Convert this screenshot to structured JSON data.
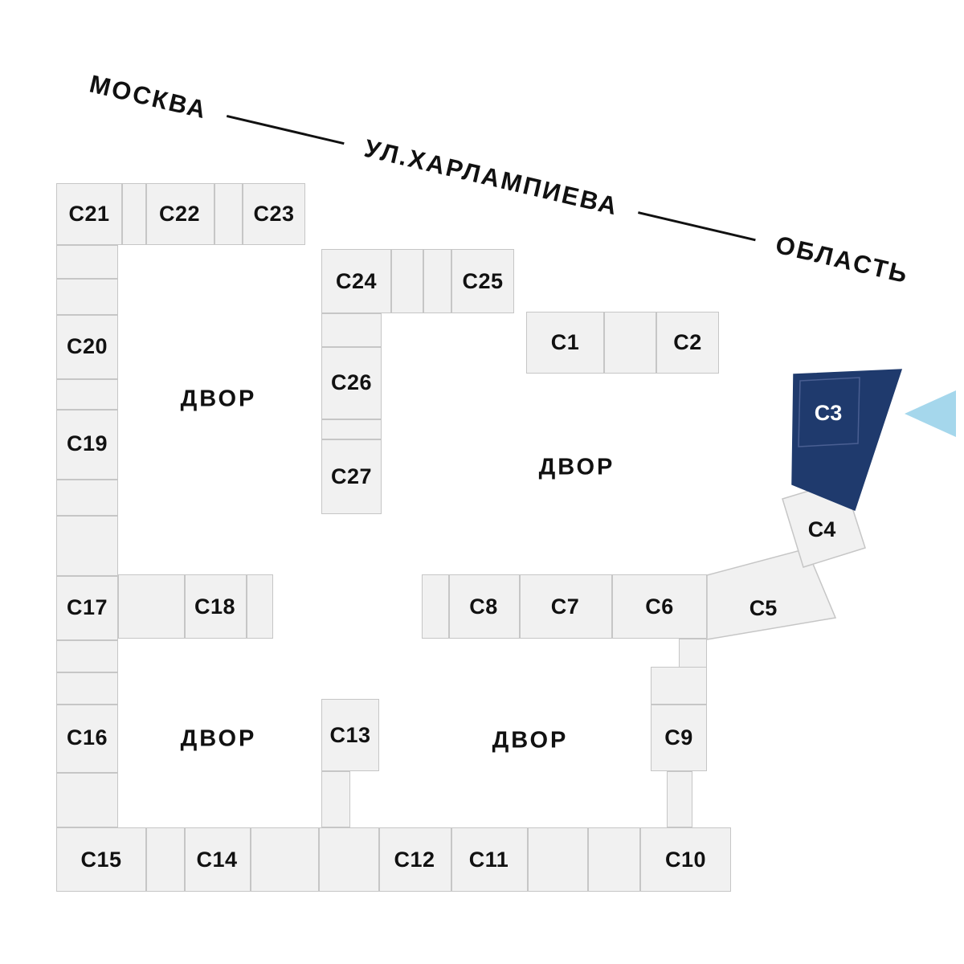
{
  "street": {
    "city": "МОСКВА",
    "name": "УЛ.ХАРЛАМПИЕВА",
    "region": "ОБЛАСТЬ"
  },
  "courtyards": [
    "ДВОР",
    "ДВОР",
    "ДВОР",
    "ДВОР"
  ],
  "buildings": {
    "c1": "С1",
    "c2": "С2",
    "c3": "С3",
    "c4": "С4",
    "c5": "С5",
    "c6": "С6",
    "c7": "С7",
    "c8": "С8",
    "c9": "С9",
    "c10": "С10",
    "c11": "С11",
    "c12": "С12",
    "c13": "С13",
    "c14": "С14",
    "c15": "С15",
    "c16": "С16",
    "c17": "С17",
    "c18": "С18",
    "c19": "С19",
    "c20": "С20",
    "c21": "С21",
    "c22": "С22",
    "c23": "С23",
    "c24": "С24",
    "c25": "С25",
    "c26": "С26",
    "c27": "С27"
  },
  "selection": {
    "selected_building": "С3"
  },
  "colors": {
    "building_fill": "#f1f1f1",
    "building_border": "#c6c6c6",
    "selected_fill": "#1f3a6d",
    "arrow": "#a5d7ec",
    "text": "#111111"
  }
}
